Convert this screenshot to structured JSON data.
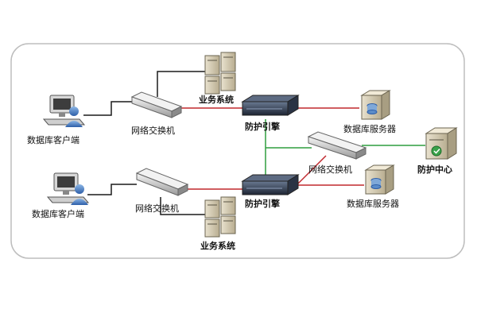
{
  "labels": {
    "client_top": "数据库客户端",
    "switch_top": "网络交换机",
    "business_top": "业务系统",
    "engine_top": "防护引擎",
    "db_server_top": "数据库服务器",
    "switch_mid": "网络交换机",
    "protection_center": "防护中心",
    "client_bottom": "数据库客户端",
    "switch_bottom": "网络交换机",
    "engine_bottom": "防护引擎",
    "db_server_bottom": "数据库服务器",
    "business_bottom": "业务系统"
  },
  "colors": {
    "frame": "#bdbdbd",
    "link_black": "#1a1a1a",
    "link_red": "#c0282d",
    "link_green": "#2e9e3e"
  }
}
